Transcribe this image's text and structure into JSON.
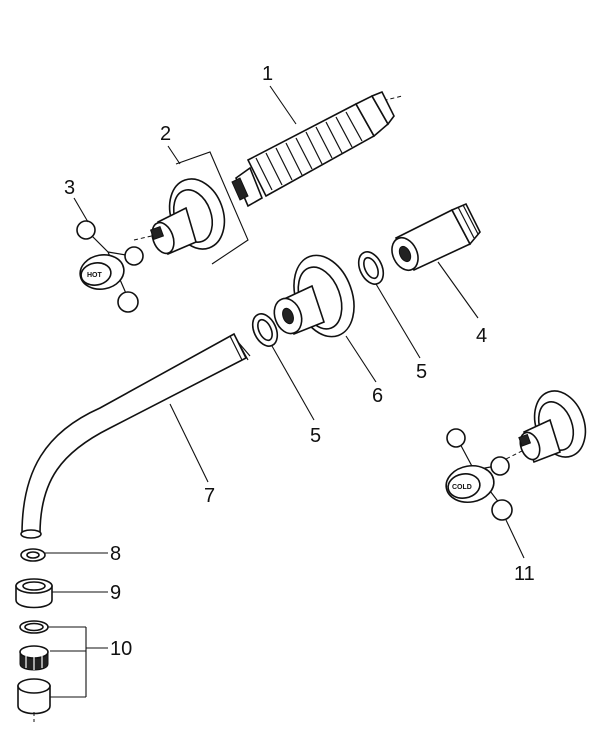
{
  "diagram": {
    "callouts": {
      "c1": "1",
      "c2": "2",
      "c3": "3",
      "c4": "4",
      "c5a": "5",
      "c5b": "5",
      "c6": "6",
      "c7": "7",
      "c8": "8",
      "c9": "9",
      "c10": "10",
      "c11": "11"
    },
    "handle_labels": {
      "hot": "HOT",
      "cold": "COLD"
    },
    "colors": {
      "line": "#111111",
      "background": "#ffffff"
    }
  }
}
